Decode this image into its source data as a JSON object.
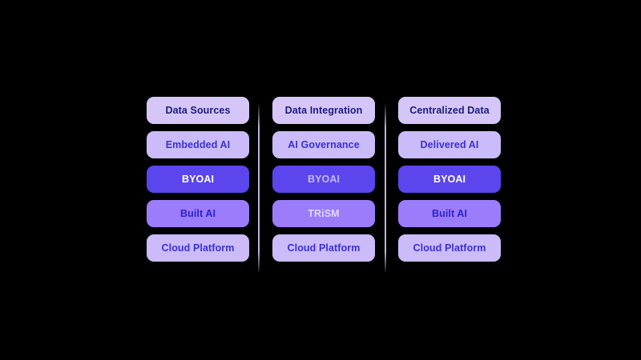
{
  "diagram": {
    "type": "three-column-stack",
    "background_color": "#000000",
    "columns": [
      {
        "name": "data-sources",
        "header": "Data Sources",
        "cells": [
          {
            "label": "Embedded AI",
            "style": "light"
          },
          {
            "label": "BYOAI",
            "style": "accent"
          },
          {
            "label": "Built AI",
            "style": "mid"
          },
          {
            "label": "Cloud Platform",
            "style": "light"
          }
        ]
      },
      {
        "name": "data-integration",
        "header": "Data Integration",
        "cells": [
          {
            "label": "AI Governance",
            "style": "light"
          },
          {
            "label": "BYOAI",
            "style": "accent-faded"
          },
          {
            "label": "TRiSM",
            "style": "mid-faded"
          },
          {
            "label": "Cloud Platform",
            "style": "light"
          }
        ]
      },
      {
        "name": "centralized-data",
        "header": "Centralized Data",
        "cells": [
          {
            "label": "Delivered AI",
            "style": "light"
          },
          {
            "label": "BYOAI",
            "style": "accent"
          },
          {
            "label": "Built AI",
            "style": "mid"
          },
          {
            "label": "Cloud Platform",
            "style": "light"
          }
        ]
      }
    ],
    "dividers": 2,
    "colors": {
      "header_bg": "#d6c6f7",
      "header_text": "#1b1b7a",
      "light_bg": "#cbbcf9",
      "light_text": "#3a2fd6",
      "accent_bg": "#5a46ec",
      "accent_text": "#ffffff",
      "mid_bg": "#9b7cfb",
      "mid_text": "#2f21c9",
      "divider": "#ded2fa"
    }
  }
}
